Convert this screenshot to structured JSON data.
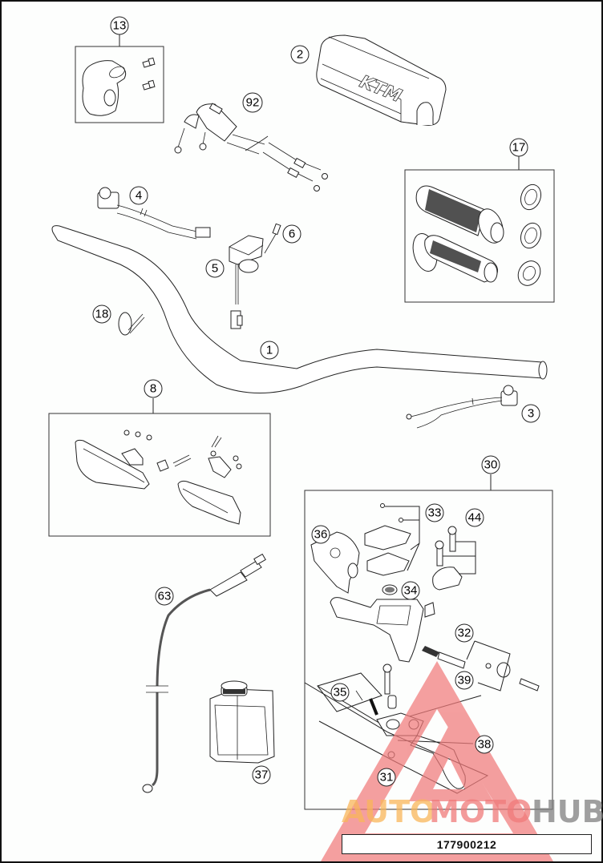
{
  "diagram": {
    "reference_number": "177900212",
    "watermark": {
      "text_parts": [
        "AUTO",
        "MOTO",
        "HUB"
      ],
      "colors": [
        "#f9b65a",
        "#f07a7a",
        "#808080"
      ],
      "triangle_color": "#f07a7a"
    },
    "pad_logo": "KTM",
    "callouts": [
      {
        "id": "c1",
        "label": "1"
      },
      {
        "id": "c2",
        "label": "2"
      },
      {
        "id": "c3",
        "label": "3"
      },
      {
        "id": "c4",
        "label": "4"
      },
      {
        "id": "c5",
        "label": "5"
      },
      {
        "id": "c6",
        "label": "6"
      },
      {
        "id": "c8",
        "label": "8"
      },
      {
        "id": "c13",
        "label": "13"
      },
      {
        "id": "c17",
        "label": "17"
      },
      {
        "id": "c18",
        "label": "18"
      },
      {
        "id": "c30",
        "label": "30"
      },
      {
        "id": "c31",
        "label": "31"
      },
      {
        "id": "c32",
        "label": "32"
      },
      {
        "id": "c33",
        "label": "33"
      },
      {
        "id": "c34",
        "label": "34"
      },
      {
        "id": "c35",
        "label": "35"
      },
      {
        "id": "c36",
        "label": "36"
      },
      {
        "id": "c37",
        "label": "37"
      },
      {
        "id": "c38",
        "label": "38"
      },
      {
        "id": "c39",
        "label": "39"
      },
      {
        "id": "c44",
        "label": "44"
      },
      {
        "id": "c63",
        "label": "63"
      },
      {
        "id": "c92",
        "label": "92"
      }
    ]
  }
}
